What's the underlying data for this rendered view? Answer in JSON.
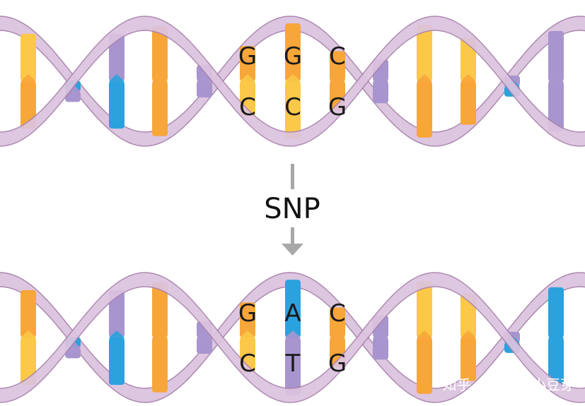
{
  "colors": {
    "backbone": "#dcc3df",
    "backbone_stroke": "#a982ad",
    "orange": "#f7a63a",
    "orange_light": "#fcc849",
    "blue": "#2ba2dd",
    "blue_dark": "#1c88c6",
    "purple": "#a895cf",
    "purple_dark": "#8c79bb",
    "arrow": "#a8a8a8"
  },
  "mutation": {
    "label": "SNP"
  },
  "before": {
    "top_bases": [
      "G",
      "G",
      "C"
    ],
    "bottom_bases": [
      "C",
      "C",
      "G"
    ],
    "rungs": [
      {
        "name": "rung-1",
        "top": "orange_light",
        "bottom": "orange"
      },
      {
        "name": "rung-2",
        "top": "blue",
        "bottom": "purple"
      },
      {
        "name": "rung-3",
        "top": "purple",
        "bottom": "blue"
      },
      {
        "name": "rung-4",
        "top": "orange",
        "bottom": "orange"
      },
      {
        "name": "rung-5",
        "top": "purple",
        "bottom": "purple"
      },
      {
        "name": "rung-g1",
        "top": "orange",
        "bottom": "orange_light"
      },
      {
        "name": "rung-g2",
        "top": "orange",
        "bottom": "orange_light"
      },
      {
        "name": "rung-c3",
        "top": "orange",
        "bottom": "orange"
      },
      {
        "name": "rung-9",
        "top": "purple",
        "bottom": "purple"
      },
      {
        "name": "rung-10",
        "top": "orange_light",
        "bottom": "orange"
      },
      {
        "name": "rung-11",
        "top": "orange_light",
        "bottom": "orange"
      },
      {
        "name": "rung-12",
        "top": "purple",
        "bottom": "blue"
      },
      {
        "name": "rung-13",
        "top": "purple",
        "bottom": "purple"
      }
    ]
  },
  "after": {
    "top_bases": [
      "G",
      "A",
      "C"
    ],
    "bottom_bases": [
      "C",
      "T",
      "G"
    ],
    "rungs": [
      {
        "name": "rung-1",
        "top": "orange",
        "bottom": "orange_light"
      },
      {
        "name": "rung-2",
        "top": "blue",
        "bottom": "purple"
      },
      {
        "name": "rung-3",
        "top": "purple",
        "bottom": "blue"
      },
      {
        "name": "rung-4",
        "top": "orange",
        "bottom": "orange"
      },
      {
        "name": "rung-5",
        "top": "purple",
        "bottom": "purple"
      },
      {
        "name": "rung-g1",
        "top": "orange",
        "bottom": "orange_light"
      },
      {
        "name": "rung-a",
        "top": "blue",
        "bottom": "purple"
      },
      {
        "name": "rung-c3",
        "top": "orange",
        "bottom": "orange"
      },
      {
        "name": "rung-9",
        "top": "purple",
        "bottom": "purple"
      },
      {
        "name": "rung-10",
        "top": "orange_light",
        "bottom": "orange"
      },
      {
        "name": "rung-11",
        "top": "orange_light",
        "bottom": "orange"
      },
      {
        "name": "rung-12",
        "top": "purple",
        "bottom": "blue"
      },
      {
        "name": "rung-13",
        "top": "blue",
        "bottom": "blue"
      }
    ]
  },
  "watermark": {
    "text": "知乎 @遗传界小豆芽"
  }
}
